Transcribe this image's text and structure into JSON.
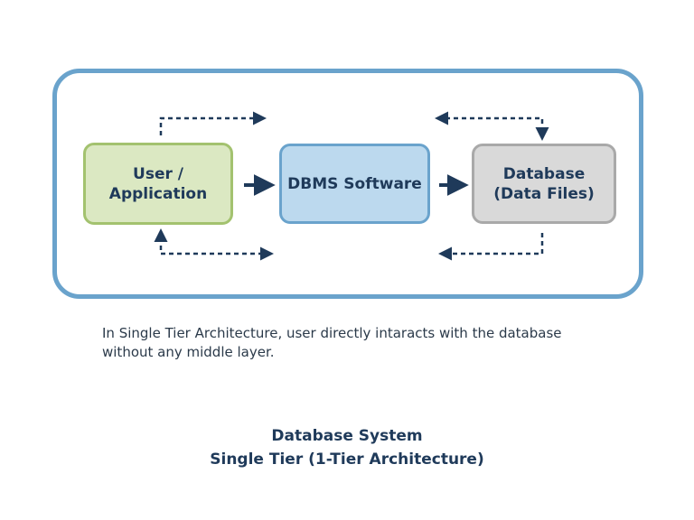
{
  "diagram": {
    "nodes": {
      "user": {
        "label": "User /\nApplication"
      },
      "dbms": {
        "label": "DBMS Software"
      },
      "database": {
        "label": "Database\n(Data Files)"
      }
    },
    "colors": {
      "frame_border": "#6aa3cc",
      "user_fill": "#dbe8c2",
      "user_border": "#a3c26f",
      "dbms_fill": "#bcd9ee",
      "dbms_border": "#6aa3cc",
      "database_fill": "#d9d9d9",
      "database_border": "#a9a9a9",
      "arrow": "#1f3a5a",
      "text": "#1f3a5a"
    }
  },
  "caption": {
    "line1": "In Single Tier Architecture, user directly intaracts with the database",
    "line2": "without any middle layer."
  },
  "title": {
    "line1": "Database System",
    "line2": "Single Tier (1-Tier Architecture)"
  }
}
